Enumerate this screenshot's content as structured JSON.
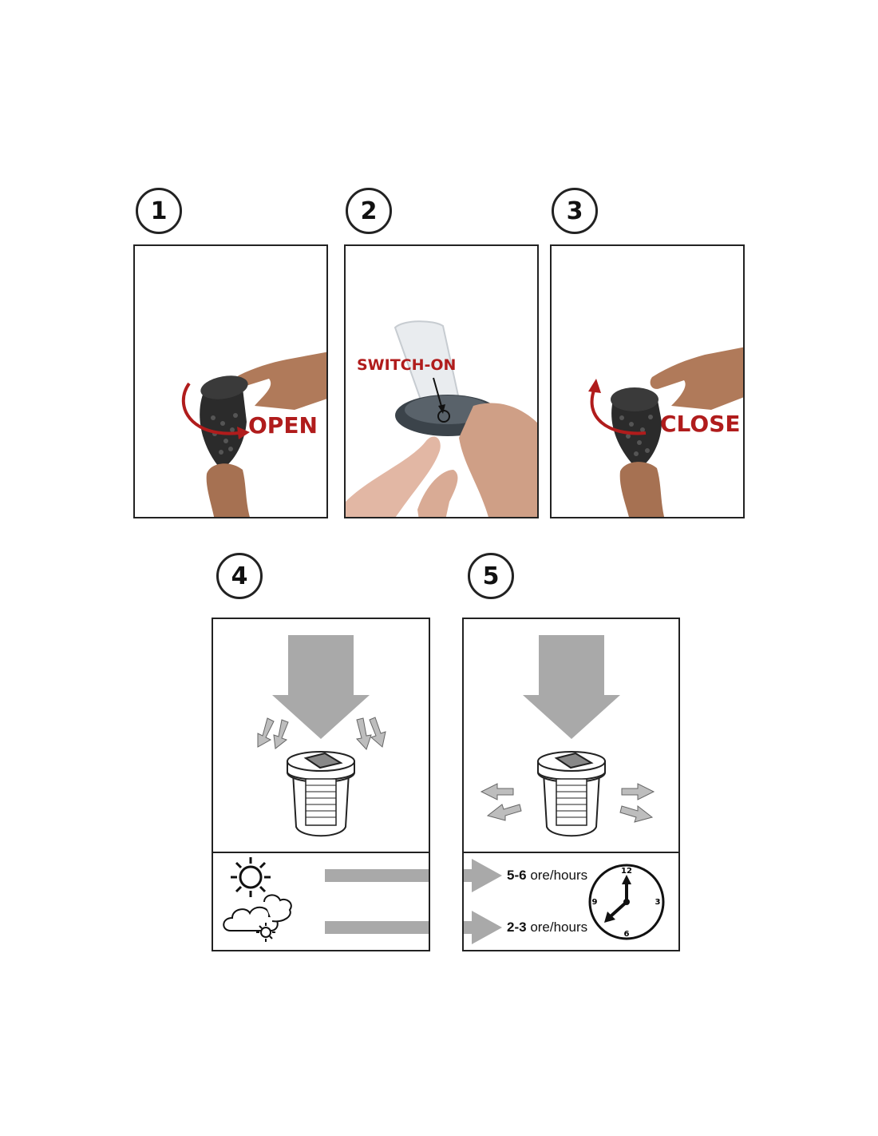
{
  "steps": [
    "1",
    "2",
    "3",
    "4",
    "5"
  ],
  "labels": {
    "open": "OPEN",
    "switch_on": "SWITCH-ON",
    "close": "CLOSE"
  },
  "charging": {
    "sunny": {
      "range": "5-6",
      "unit": "ore/hours"
    },
    "cloudy": {
      "range": "2-3",
      "unit": "ore/hours"
    }
  },
  "clock_numbers": {
    "n12": "12",
    "n3": "3",
    "n6": "6",
    "n9": "9"
  },
  "icons": [
    "sun-icon",
    "cloud-sun-icon",
    "clock-icon",
    "down-arrow-icon",
    "right-arrow-icon",
    "solar-lamp-icon"
  ],
  "colors": {
    "accent": "#b01c1c",
    "arrow_gray": "#a9a9a9",
    "border": "#222222"
  }
}
